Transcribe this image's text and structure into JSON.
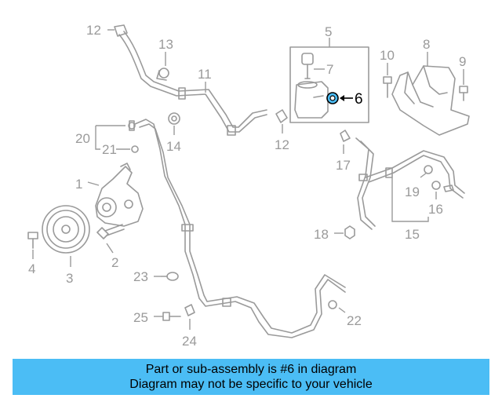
{
  "callouts": {
    "c1": "1",
    "c2": "2",
    "c3": "3",
    "c4": "4",
    "c5": "5",
    "c6": "6",
    "c7": "7",
    "c8": "8",
    "c9": "9",
    "c10": "10",
    "c11": "11",
    "c12a": "12",
    "c12b": "12",
    "c13": "13",
    "c14": "14",
    "c15": "15",
    "c16": "16",
    "c17": "17",
    "c18": "18",
    "c19": "19",
    "c20": "20",
    "c21": "21",
    "c22": "22",
    "c23": "23",
    "c24": "24",
    "c25": "25"
  },
  "highlight": {
    "part_number": "6",
    "color": "#4bbdf5"
  },
  "banner": {
    "line1": "Part or sub-assembly is #6 in diagram",
    "line2": "Diagram may not be specific to your vehicle",
    "background": "#4bbdf5"
  }
}
